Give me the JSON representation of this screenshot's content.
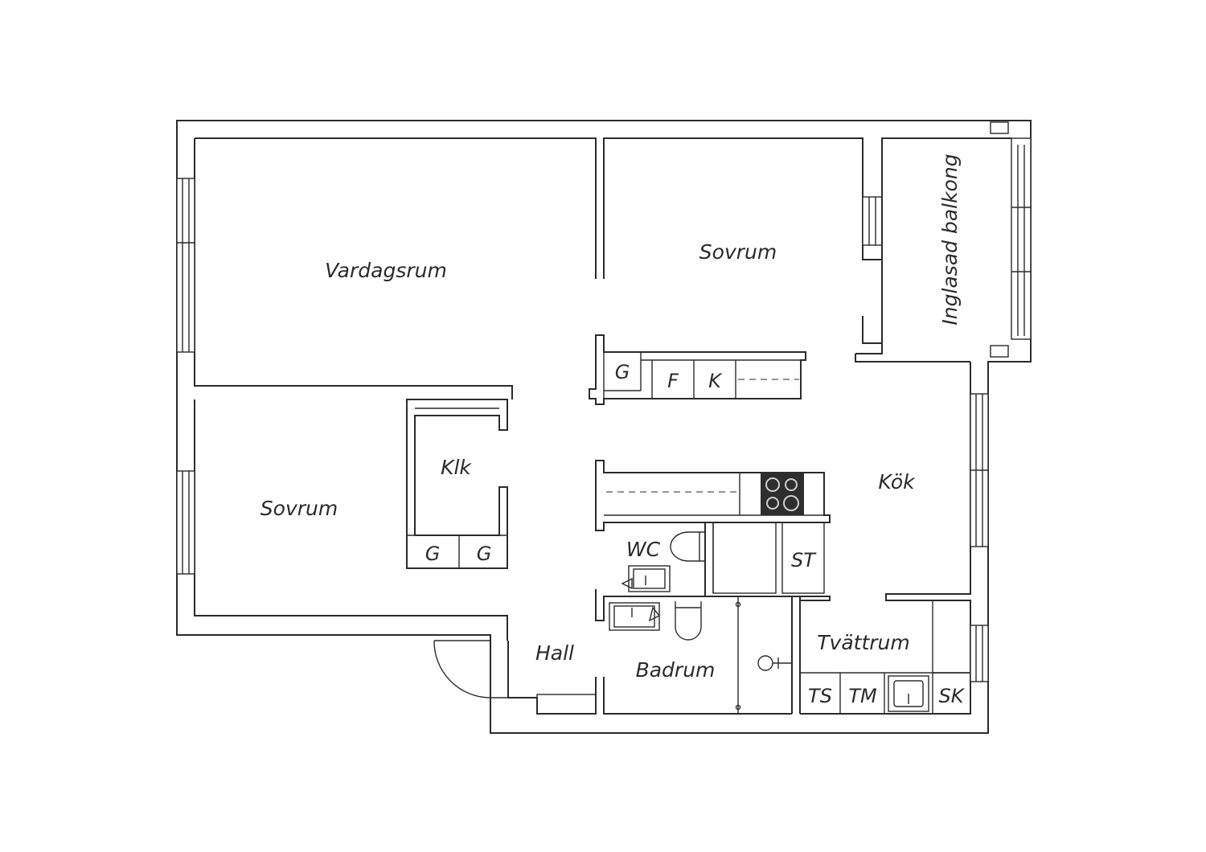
{
  "plan": {
    "rooms": {
      "vardagsrum": "Vardagsrum",
      "sovrum_top": "Sovrum",
      "balkong": "Inglasad balkong",
      "sovrum_left": "Sovrum",
      "klk": "Klk",
      "kok": "Kök",
      "wc": "WC",
      "hall": "Hall",
      "badrum": "Badrum",
      "tvattrum": "Tvättrum"
    },
    "fixtures": {
      "g_closet": "G",
      "f": "F",
      "k": "K",
      "g1": "G",
      "g2": "G",
      "st": "ST",
      "ts": "TS",
      "tm": "TM",
      "sk": "SK"
    }
  },
  "colors": {
    "line": "#2b2b2b",
    "stove": "#2e2e2e",
    "background": "#ffffff"
  }
}
